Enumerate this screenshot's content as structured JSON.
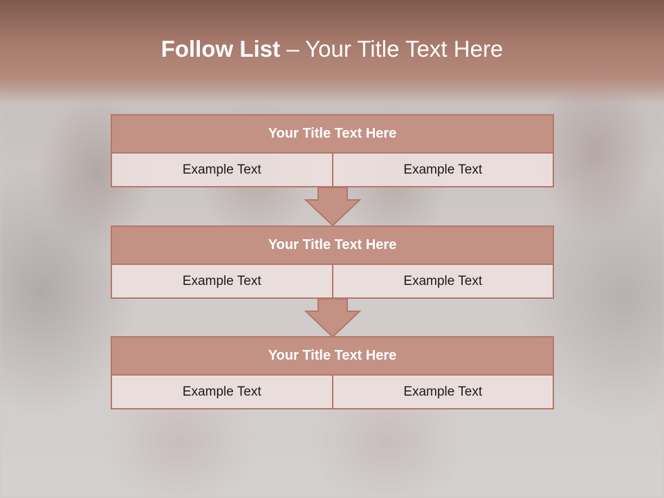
{
  "slide": {
    "title_bold": "Follow List",
    "title_rest": "– Your Title Text Here"
  },
  "blocks": [
    {
      "title": "Your Title Text Here",
      "cells": [
        "Example Text",
        "Example Text"
      ]
    },
    {
      "title": "Your Title Text Here",
      "cells": [
        "Example Text",
        "Example Text"
      ]
    },
    {
      "title": "Your Title Text Here",
      "cells": [
        "Example Text",
        "Example Text"
      ]
    }
  ],
  "colors": {
    "header": "#a6796c",
    "block_fill": "#c39285",
    "block_border": "#b47767",
    "cell_fill": "#ece0de"
  }
}
